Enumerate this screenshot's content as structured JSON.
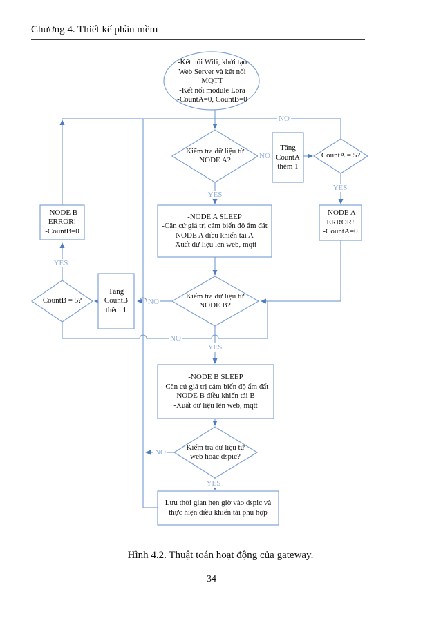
{
  "page": {
    "header": "Chương 4. Thiết kế phần mềm",
    "caption": "Hình 4.2. Thuật toán hoạt động của gateway.",
    "page_number": "34"
  },
  "flowchart": {
    "colors": {
      "connector_line": "#7FA3D4",
      "arrowhead": "#4F7DBF",
      "branch_label": "#8FAED9",
      "node_text": "#141414",
      "node_fill": "#FFFFFF"
    },
    "nodes": {
      "start": "-Kết nối Wifi, khởi tạo\nWeb Server và kết nối\nMQTT\n-Kết nối module Lora\n-CountA=0, CountB=0",
      "check_node_a": "Kiểm tra dữ liệu từ\nNODE A?",
      "inc_count_a": "Tăng\nCountA\nthêm 1",
      "count_a_eq_5": "CountA = 5?",
      "node_a_error": "-NODE A\nERROR!\n-CountA=0",
      "node_b_error": "-NODE B\nERROR!\n-CountB=0",
      "node_a_sleep": "-NODE A SLEEP\n-Căn cứ giá trị cảm biến độ ẩm đất\nNODE A điều khiển tải A\n-Xuất dữ liệu lên web, mqtt",
      "count_b_eq_5": "CountB = 5?",
      "inc_count_b": "Tăng\nCountB\nthêm 1",
      "check_node_b": "Kiểm tra dữ liệu từ\nNODE B?",
      "node_b_sleep": "-NODE B SLEEP\n-Căn cứ giá trị cảm biến độ ẩm đất\nNODE B điều khiển tải B\n-Xuất dữ liệu lên web, mqtt",
      "check_web_dspic": "Kiểm tra dữ liệu từ\nweb hoặc dspic?",
      "save_schedule": "Lưu thời gian hẹn giờ vào dspic và\nthực hiện điều khiển tải phù hợp"
    },
    "labels": {
      "yes": "YES",
      "no": "NO"
    }
  }
}
